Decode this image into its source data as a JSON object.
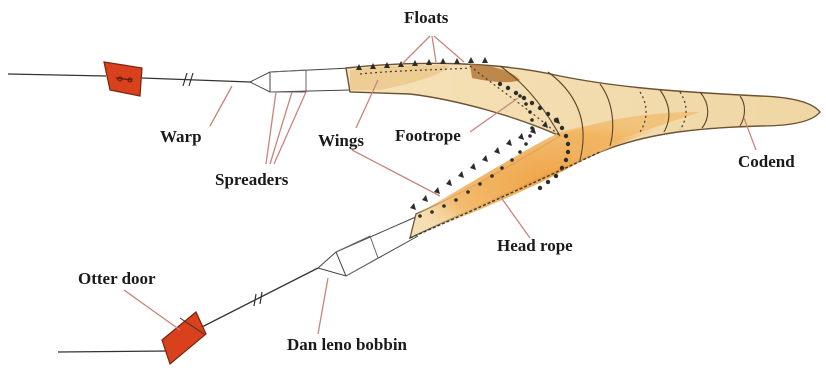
{
  "labels": {
    "floats": "Floats",
    "warp": "Warp",
    "spreaders": "Spreaders",
    "wings": "Wings",
    "footrope": "Footrope",
    "codend": "Codend",
    "head_rope": "Head rope",
    "otter_door": "Otter door",
    "dan_leno_bobbin": "Dan leno bobbin"
  },
  "colors": {
    "net_fill": "#f4deb0",
    "net_shade": "#eca54a",
    "net_dark": "#b47838",
    "door": "#d8411c",
    "leader_line": "#c8857a",
    "ink": "#1a1a1a"
  }
}
